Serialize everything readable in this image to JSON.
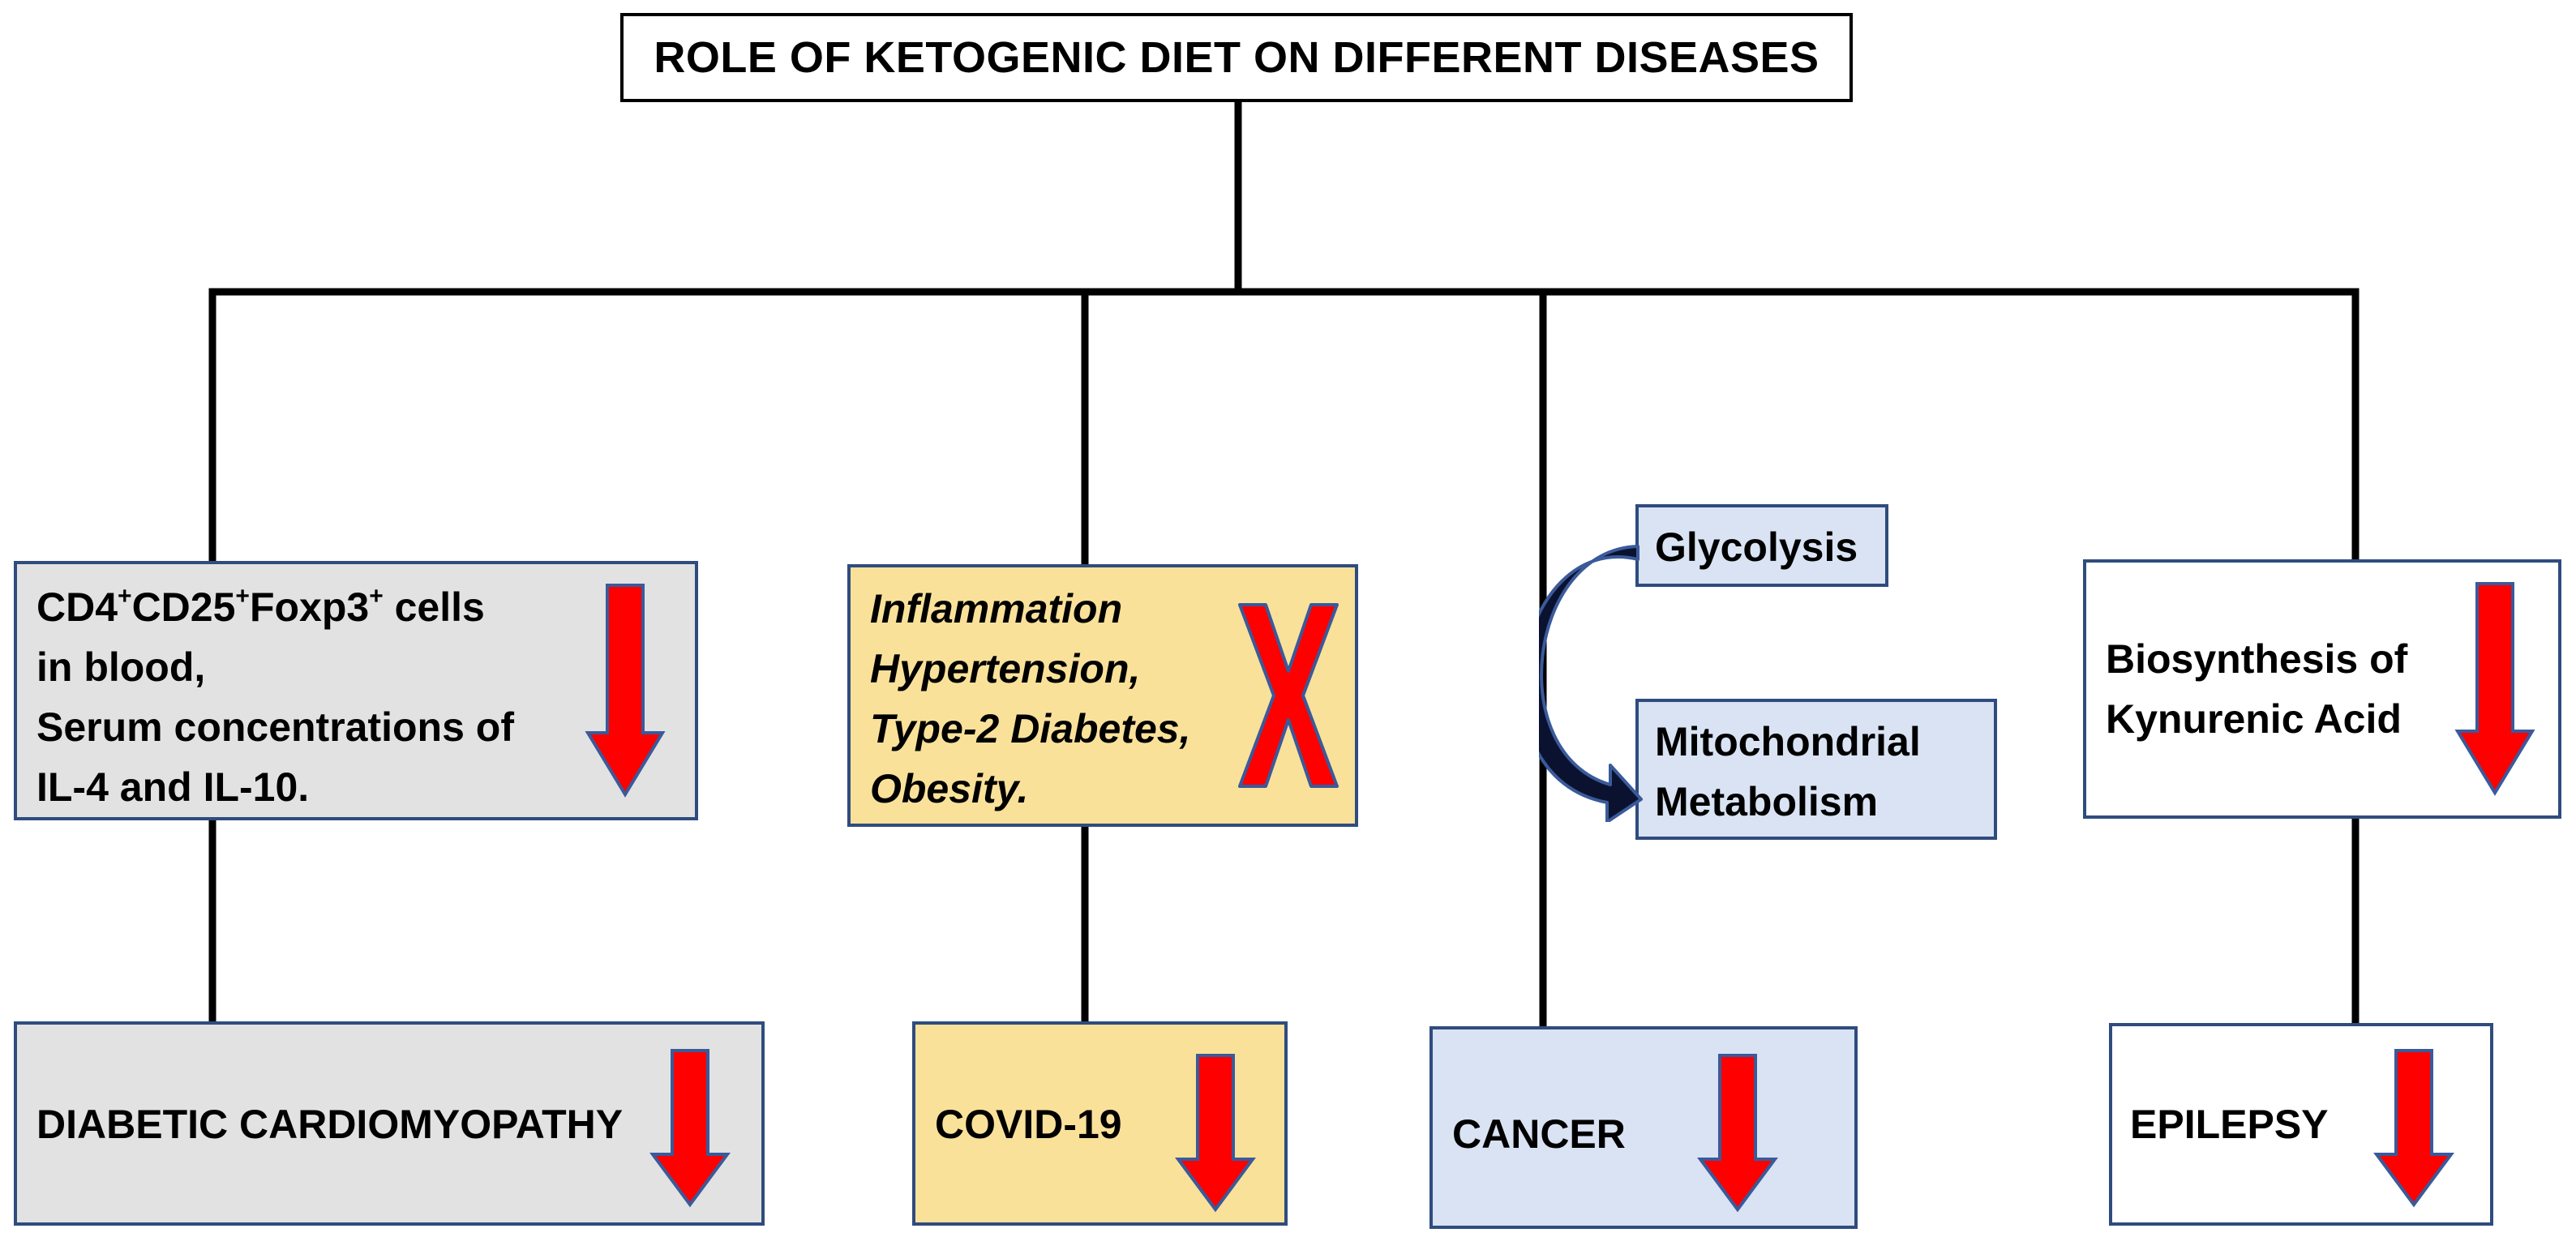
{
  "title": "ROLE OF KETOGENIC DIET ON DIFFERENT DISEASES",
  "branch1": {
    "effect": {
      "line1_parts": [
        "CD4",
        "+",
        "CD25",
        "+",
        "Foxp3",
        "+",
        " cells"
      ],
      "line2": "in blood,",
      "line3": "Serum concentrations of",
      "line4": "IL-4 and IL-10."
    },
    "disease": "DIABETIC CARDIOMYOPATHY"
  },
  "branch2": {
    "effect": {
      "line1": "Inflammation",
      "line2": "Hypertension,",
      "line3": "Type-2 Diabetes,",
      "line4": "Obesity."
    },
    "disease": "COVID-19"
  },
  "branch3": {
    "glycolysis": "Glycolysis",
    "mito_line1": "Mitochondrial",
    "mito_line2": "Metabolism",
    "disease": "CANCER"
  },
  "branch4": {
    "effect": {
      "line1": "Biosynthesis of",
      "line2": "Kynurenic Acid"
    },
    "disease": "EPILEPSY"
  },
  "colors": {
    "gray_box": "#e2e2e2",
    "yellow_box": "#fae19a",
    "blue_box": "#d9e3f3",
    "box_border": "#2f4c7e",
    "arrow_red": "#ff0000",
    "arrow_outline": "#3a5a9a"
  },
  "icons": {
    "decrease": "down-arrow-icon",
    "blocked": "red-x-icon",
    "shift": "curved-arrow-icon"
  }
}
